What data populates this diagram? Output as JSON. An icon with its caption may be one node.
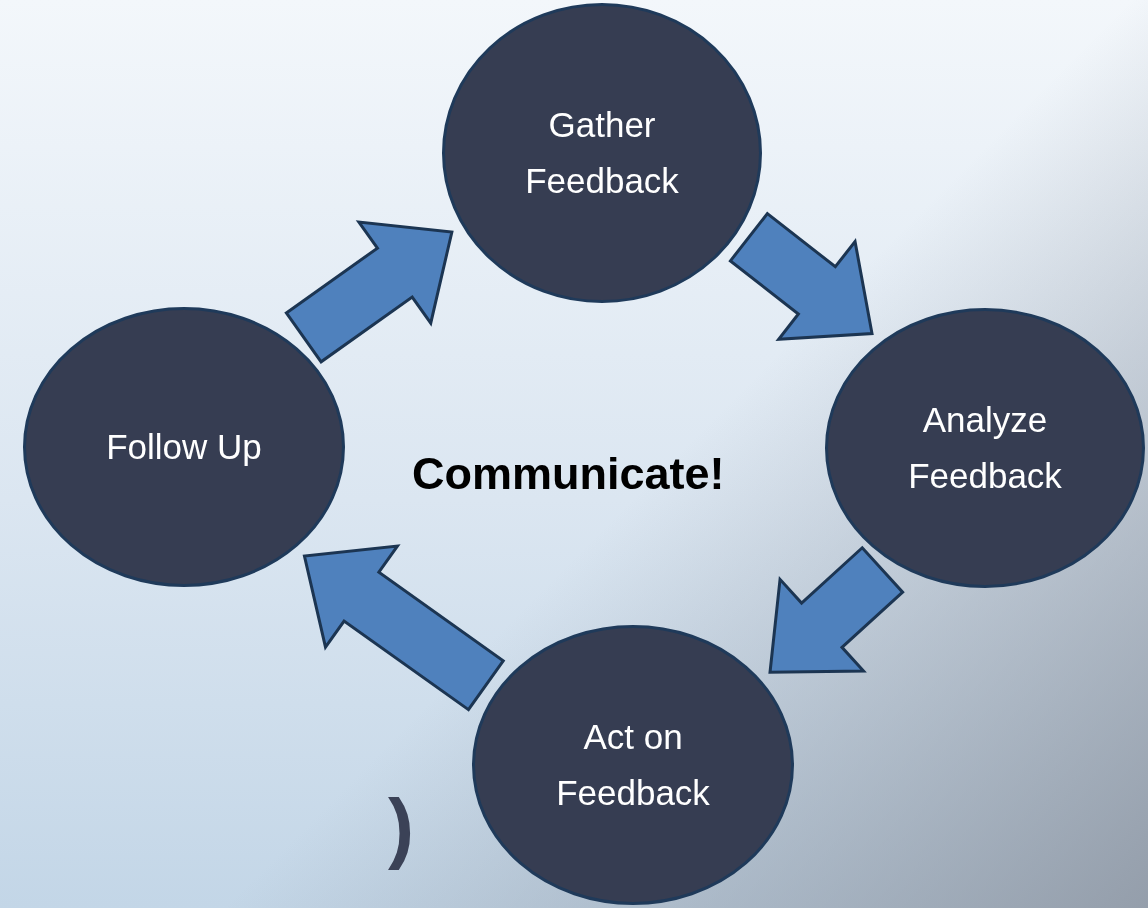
{
  "diagram": {
    "nodes": [
      {
        "text": [
          "Gather Feedback"
        ]
      },
      {
        "text": [
          "Follow Up"
        ]
      },
      {
        "text": [
          "Analyze Feedback"
        ]
      },
      {
        "text": [
          "Act on Feedback"
        ]
      }
    ],
    "edges": [
      {
        "from": 1,
        "to": 0,
        "arrow": "to"
      },
      {
        "from": 0,
        "to": 2,
        "arrow": "to"
      },
      {
        "from": 2,
        "to": 3,
        "arrow": "to"
      },
      {
        "from": 3,
        "to": 1,
        "arrow": "to"
      }
    ],
    "labels": [
      "Communicate!",
      ")"
    ]
  }
}
